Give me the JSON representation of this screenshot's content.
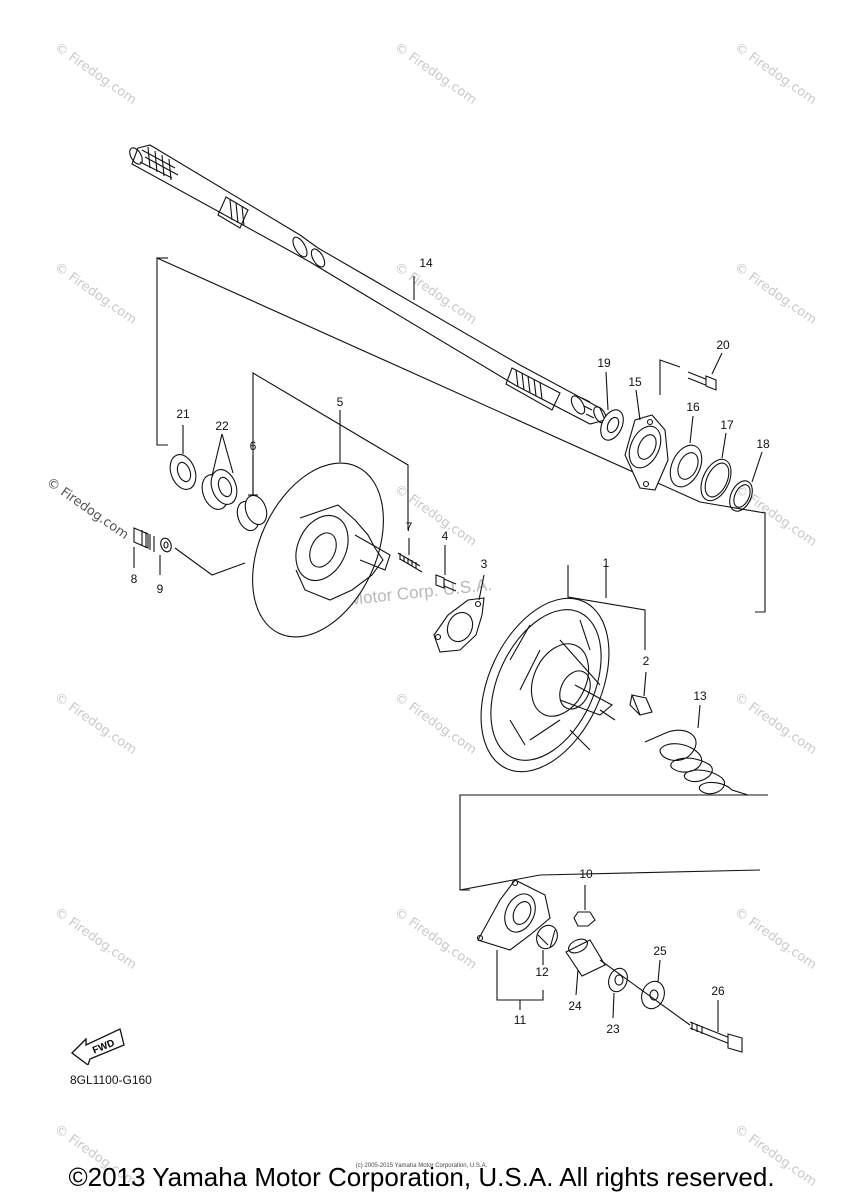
{
  "watermark_text": "© Firedog.com",
  "watermark_center_text": "© Firedog.com",
  "manufacturer_watermark": "Yamaha Motor Corp. U.S.A.",
  "diagram_code": "8GL1100-G160",
  "fwd_label": "FWD",
  "small_copyright": "(c) 2005-2015 Yamaha Motor Corporation, U.S.A.",
  "copyright": "©2013 Yamaha Motor Corporation, U.S.A. All rights reserved.",
  "parts": [
    {
      "id": "p1",
      "label": "1"
    },
    {
      "id": "p2",
      "label": "2"
    },
    {
      "id": "p3",
      "label": "3"
    },
    {
      "id": "p4",
      "label": "4"
    },
    {
      "id": "p5",
      "label": "5"
    },
    {
      "id": "p6",
      "label": "6"
    },
    {
      "id": "p7",
      "label": "7"
    },
    {
      "id": "p8",
      "label": "8"
    },
    {
      "id": "p9",
      "label": "9"
    },
    {
      "id": "p10",
      "label": "10"
    },
    {
      "id": "p11",
      "label": "11"
    },
    {
      "id": "p12",
      "label": "12"
    },
    {
      "id": "p13",
      "label": "13"
    },
    {
      "id": "p14",
      "label": "14"
    },
    {
      "id": "p15",
      "label": "15"
    },
    {
      "id": "p16",
      "label": "16"
    },
    {
      "id": "p17",
      "label": "17"
    },
    {
      "id": "p18",
      "label": "18"
    },
    {
      "id": "p19",
      "label": "19"
    },
    {
      "id": "p20",
      "label": "20"
    },
    {
      "id": "p21",
      "label": "21"
    },
    {
      "id": "p22",
      "label": "22"
    },
    {
      "id": "p23",
      "label": "23"
    },
    {
      "id": "p24",
      "label": "24"
    },
    {
      "id": "p25",
      "label": "25"
    },
    {
      "id": "p26",
      "label": "26"
    }
  ]
}
